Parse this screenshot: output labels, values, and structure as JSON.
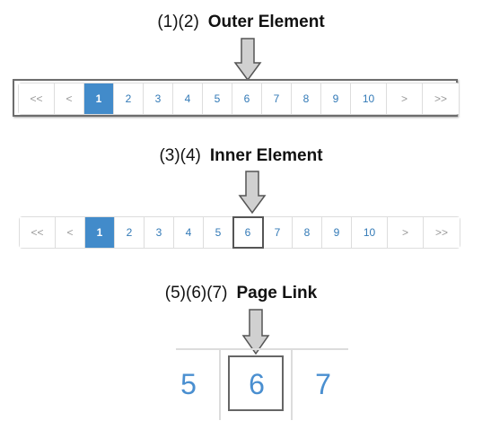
{
  "headings": [
    {
      "numbers": "(1)(2)",
      "title": "Outer Element"
    },
    {
      "numbers": "(3)(4)",
      "title": "Inner Element"
    },
    {
      "numbers": "(5)(6)(7)",
      "title": "Page Link"
    }
  ],
  "pagination": {
    "first": "<<",
    "prev": "<",
    "pages": [
      "1",
      "2",
      "3",
      "4",
      "5",
      "6",
      "7",
      "8",
      "9",
      "10"
    ],
    "next": ">",
    "last": ">>",
    "active_page": "1",
    "highlighted_page": "6"
  },
  "zoom_links": [
    "5",
    "6",
    "7"
  ],
  "colors": {
    "link": "#337ab7",
    "active_bg": "#428bca",
    "border": "#dddddd",
    "highlight_border": "#555555",
    "arrow_fill": "#d0d0d0"
  }
}
